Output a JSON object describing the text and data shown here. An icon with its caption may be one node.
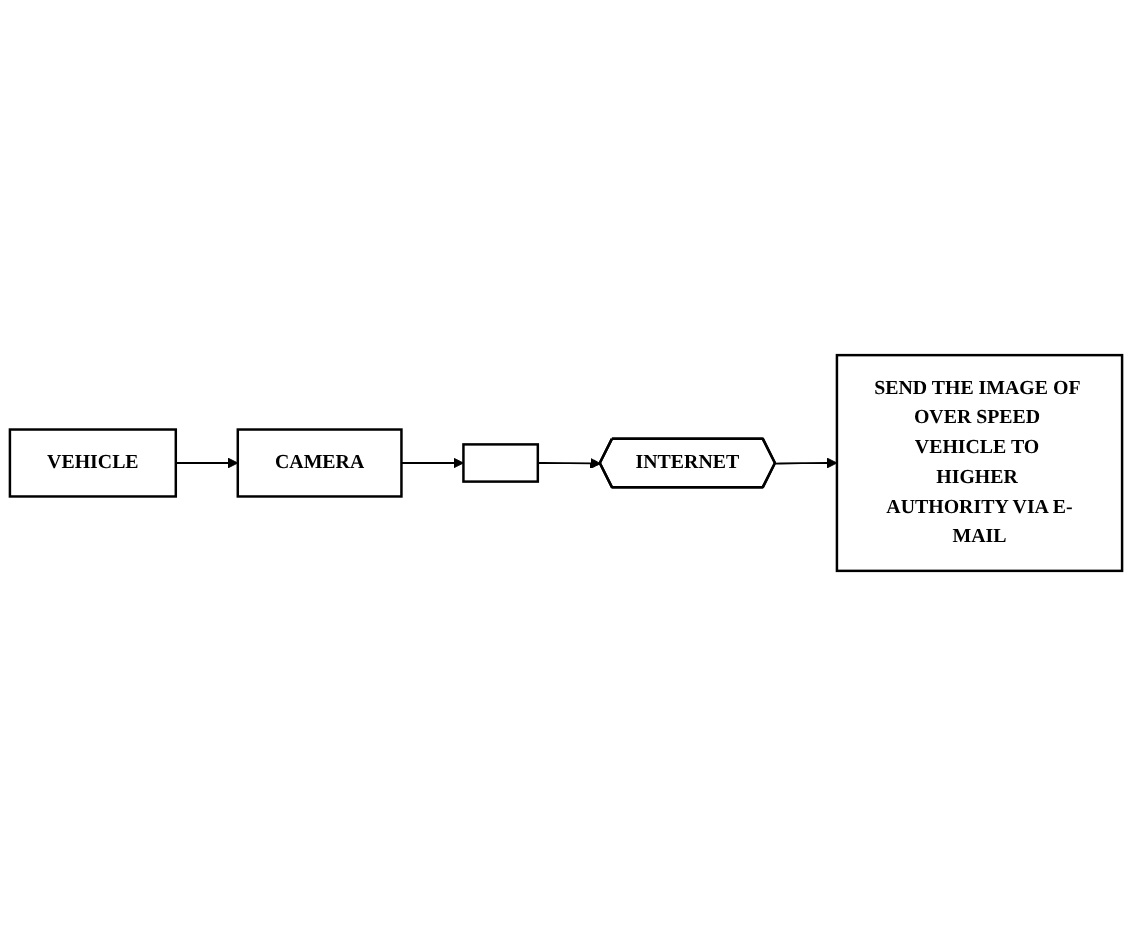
{
  "diagram": {
    "nodes": [
      {
        "text": [
          "VEHICLE"
        ]
      },
      {
        "text": [
          "CAMERA"
        ]
      },
      {
        "text": [],
        "shape": "box"
      },
      {
        "text": [
          "INTERNET"
        ]
      },
      {
        "text": [
          "SEND THE IMAGE OF OVER SPEED VEHICLE TO HIGHER AUTHORITY VIA E-MAIL"
        ]
      }
    ],
    "edges": [
      {
        "from": 0,
        "to": 1,
        "arrow": "to"
      },
      {
        "from": 1,
        "to": 2,
        "arrow": "to"
      },
      {
        "from": 2,
        "to": 3,
        "arrow": "to"
      },
      {
        "from": 3,
        "to": 4,
        "arrow": "to"
      }
    ]
  }
}
